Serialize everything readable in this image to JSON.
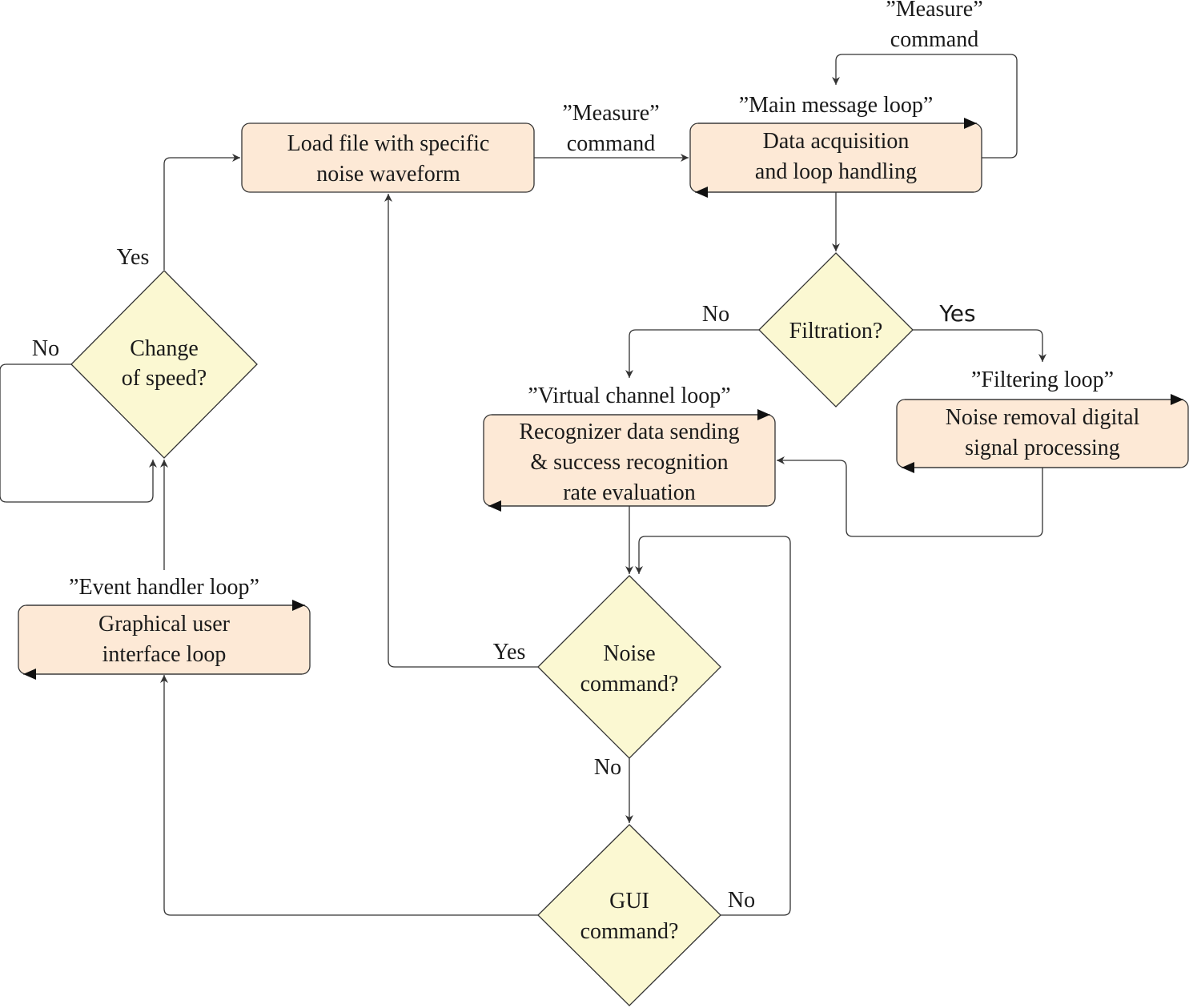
{
  "colors": {
    "box_fill": "#fde9d6",
    "diamond_fill": "#fbf8d2",
    "stroke": "#333333"
  },
  "nodes": {
    "load_file": {
      "line1": "Load file with specific",
      "line2": "noise waveform"
    },
    "data_acq": {
      "caption": "”Main message loop”",
      "line1": "Data acquisition",
      "line2": "and loop handling"
    },
    "filtration": {
      "line1": "Filtration?"
    },
    "filtering": {
      "caption": "”Filtering loop”",
      "line1": "Noise removal digital",
      "line2": "signal processing"
    },
    "virtual_channel": {
      "caption": "”Virtual channel loop”",
      "line1": "Recognizer data sending",
      "line2": "& success recognition",
      "line3": "rate evaluation"
    },
    "change_speed": {
      "line1": "Change",
      "line2": "of speed?"
    },
    "gui_loop": {
      "caption": "”Event handler loop”",
      "line1": "Graphical user",
      "line2": "interface loop"
    },
    "noise_cmd": {
      "line1": "Noise",
      "line2": "command?"
    },
    "gui_cmd": {
      "line1": "GUI",
      "line2": "command?"
    }
  },
  "edge_labels": {
    "measure_top_1": "”Measure”",
    "measure_top_2": "command",
    "measure_mid_1": "”Measure”",
    "measure_mid_2": "command",
    "speed_yes": "Yes",
    "speed_no": "No",
    "filtration_no": "No",
    "filtration_yes": "Yes",
    "noise_yes": "Yes",
    "noise_no": "No",
    "gui_no": "No"
  }
}
